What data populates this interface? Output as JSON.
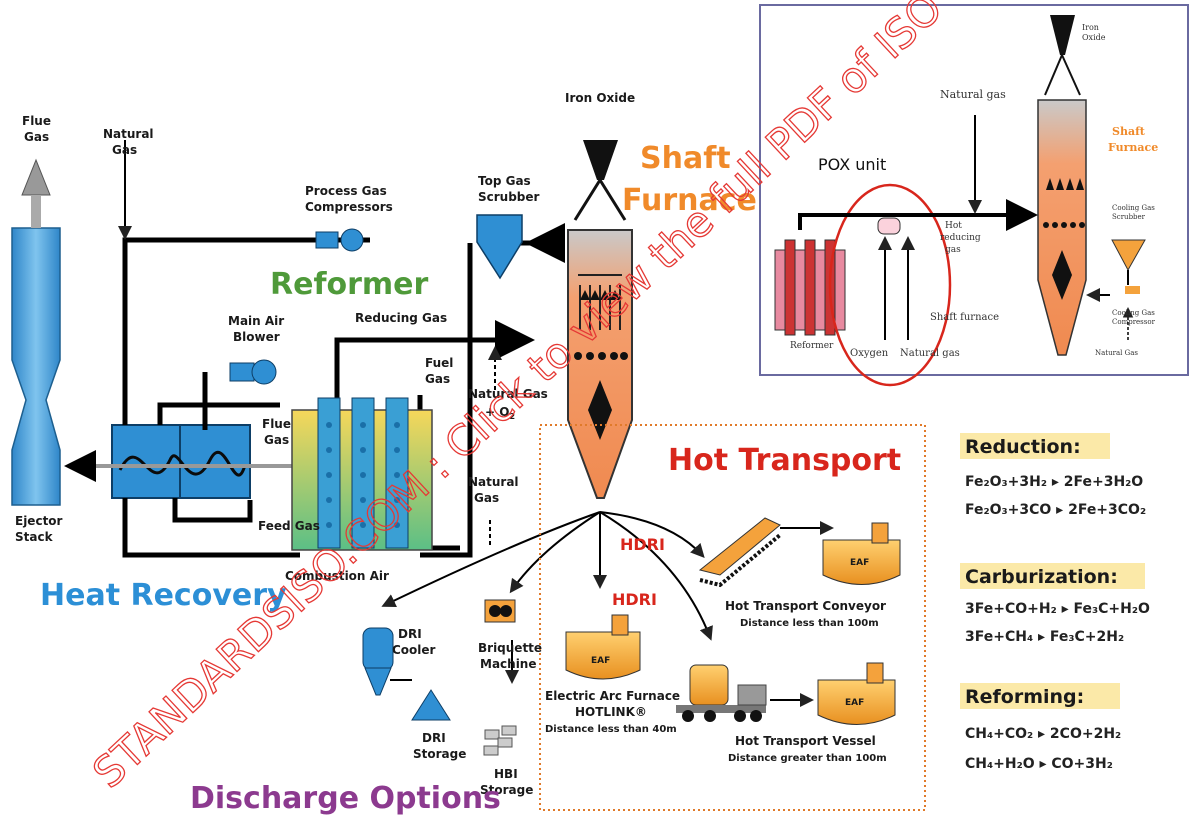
{
  "labels": {
    "flue_gas_top": [
      "Flue",
      "Gas"
    ],
    "natural_gas_top": [
      "Natural",
      "Gas"
    ],
    "process_gas_compressors": [
      "Process Gas",
      "Compressors"
    ],
    "top_gas_scrubber": [
      "Top Gas",
      "Scrubber"
    ],
    "iron_oxide": "Iron Oxide",
    "shaft_furnace": [
      "Shaft",
      "Furnace"
    ],
    "reformer": "Reformer",
    "main_air_blower": [
      "Main Air",
      "Blower"
    ],
    "reducing_gas": "Reducing Gas",
    "fuel_gas": [
      "Fuel",
      "Gas"
    ],
    "natural_gas_o2": [
      "Natural Gas",
      "+ O",
      "2"
    ],
    "flue_gas_mid": [
      "Flue",
      "Gas"
    ],
    "natural_gas_mid": [
      "Natural",
      "Gas"
    ],
    "ejector_stack": [
      "Ejector",
      "Stack"
    ],
    "feed_gas": "Feed Gas",
    "combustion_air": "Combustion Air",
    "heat_recovery": "Heat Recovery",
    "dri_cooler": [
      "DRI",
      "Cooler"
    ],
    "dri_storage": [
      "DRI",
      "Storage"
    ],
    "briquette_machine": [
      "Briquette",
      "Machine"
    ],
    "hbi_storage": [
      "HBI",
      "Storage"
    ],
    "discharge_options": "Discharge Options",
    "hot_transport": "Hot Transport",
    "hdri_1": "HDRI",
    "hdri_2": "HDRI",
    "eaf": "EAF",
    "electric_arc_furnace": [
      "Electric Arc Furnace",
      "HOTLINK®",
      "Distance less than 40m"
    ],
    "hot_transport_conveyor": [
      "Hot Transport Conveyor",
      "Distance less than 100m"
    ],
    "hot_transport_vessel": [
      "Hot Transport Vessel",
      "Distance greater than 100m"
    ]
  },
  "inset": {
    "iron_oxide": [
      "Iron",
      "Oxide"
    ],
    "natural_gas": "Natural gas",
    "pox_unit": "POX unit",
    "shaft_furnace": [
      "Shaft",
      "Furnace"
    ],
    "hot_reducing_gas": [
      "Hot",
      "reducing",
      "gas"
    ],
    "cooling_gas_scrubber": [
      "Cooling Gas",
      "Scrubber"
    ],
    "cooling_gas_compressor": [
      "Cooling Gas",
      "Compressor"
    ],
    "shaft_furnace_small": "Shaft furnace",
    "reformer": "Reformer",
    "oxygen": "Oxygen",
    "natural_gas_bottom": "Natural gas",
    "natural_gas_right": "Natural Gas"
  },
  "reactions": {
    "reduction": {
      "title": "Reduction:",
      "eq1": "Fe₂O₃+3H₂ ▸ 2Fe+3H₂O",
      "eq2": "Fe₂O₃+3CO ▸ 2Fe+3CO₂"
    },
    "carburization": {
      "title": "Carburization:",
      "eq1": "3Fe+CO+H₂ ▸ Fe₃C+H₂O",
      "eq2": "3Fe+CH₄ ▸ Fe₃C+2H₂"
    },
    "reforming": {
      "title": "Reforming:",
      "eq1": "CH₄+CO₂ ▸ 2CO+2H₂",
      "eq2": "CH₄+H₂O ▸ CO+3H₂"
    }
  },
  "watermark": "STANDARDSISO.COM : Click to view the full PDF of ISO",
  "colors": {
    "blue": "#2c8fd6",
    "orange": "#f4a23c",
    "green": "#4f9a3a",
    "red": "#d8261c",
    "purple": "#8c3a8f"
  }
}
